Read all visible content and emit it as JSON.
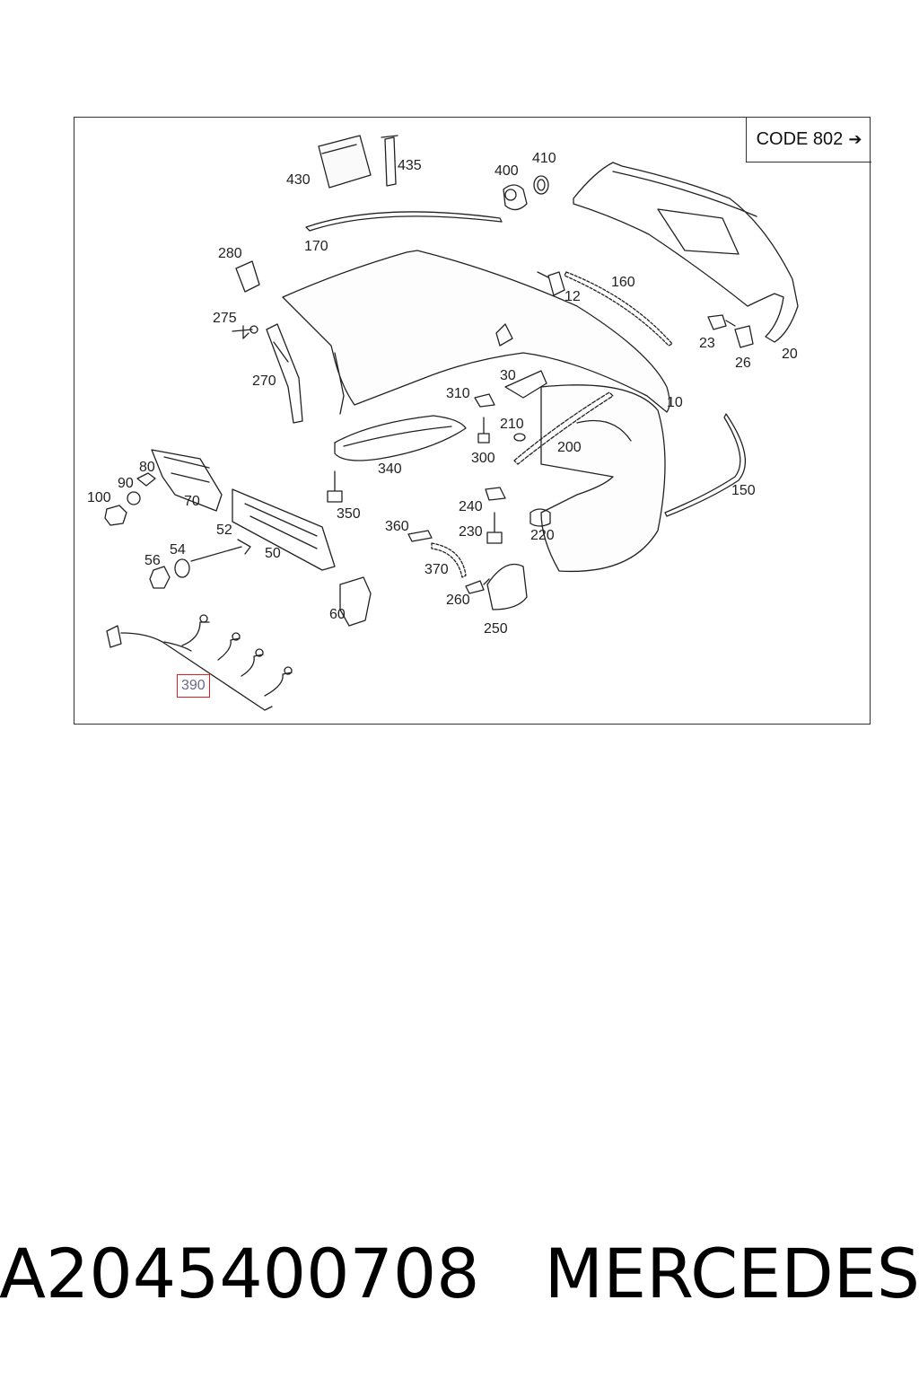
{
  "diagram": {
    "code_label": "CODE 802",
    "code_arrow": "➔",
    "highlighted_part": "390",
    "labels": {
      "p430": "430",
      "p435": "435",
      "p400": "400",
      "p410": "410",
      "p170": "170",
      "p280": "280",
      "p160": "160",
      "p12": "12",
      "p275": "275",
      "p23": "23",
      "p26": "26",
      "p20": "20",
      "p270": "270",
      "p30": "30",
      "p310": "310",
      "p10": "10",
      "p210": "210",
      "p200": "200",
      "p300": "300",
      "p340": "340",
      "p80": "80",
      "p90": "90",
      "p100": "100",
      "p70": "70",
      "p150": "150",
      "p350": "350",
      "p240": "240",
      "p52": "52",
      "p360": "360",
      "p230": "230",
      "p220": "220",
      "p54": "54",
      "p56": "56",
      "p50": "50",
      "p370": "370",
      "p260": "260",
      "p60": "60",
      "p250": "250",
      "p390": "390"
    }
  },
  "footer": {
    "part_number": "A2045400708",
    "brand": "MERCEDES"
  }
}
